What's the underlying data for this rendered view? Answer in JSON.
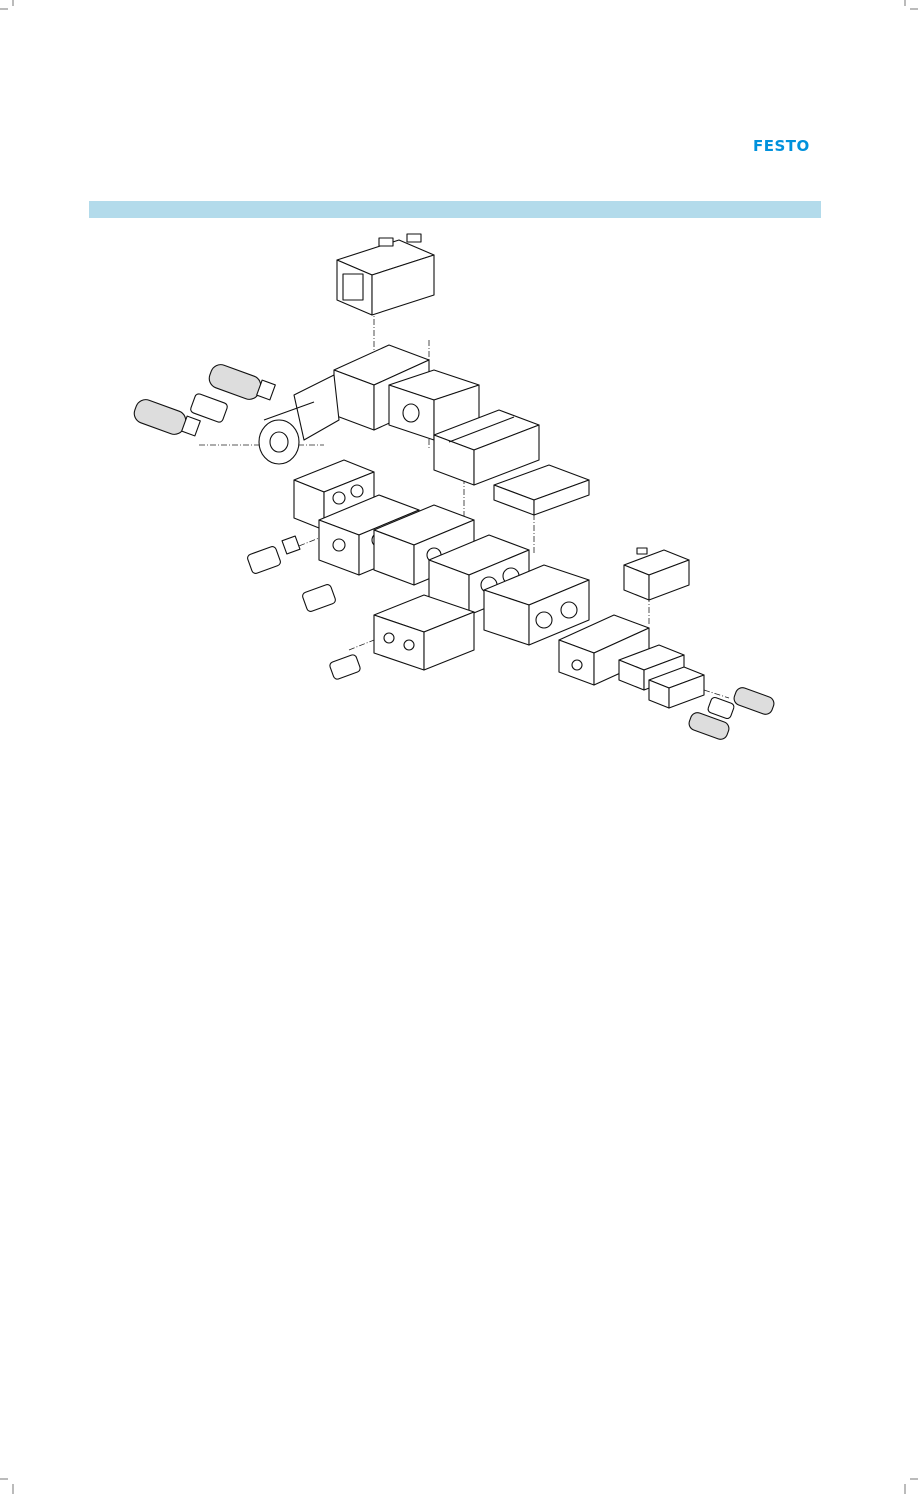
{
  "header": {
    "logo_text": "FESTO",
    "logo_color": "#0091dc",
    "bar_color": "#b3dbeb"
  },
  "figure": {
    "subject": "exploded-view-valve-manifold",
    "visible_text": [
      "FESTO"
    ]
  }
}
